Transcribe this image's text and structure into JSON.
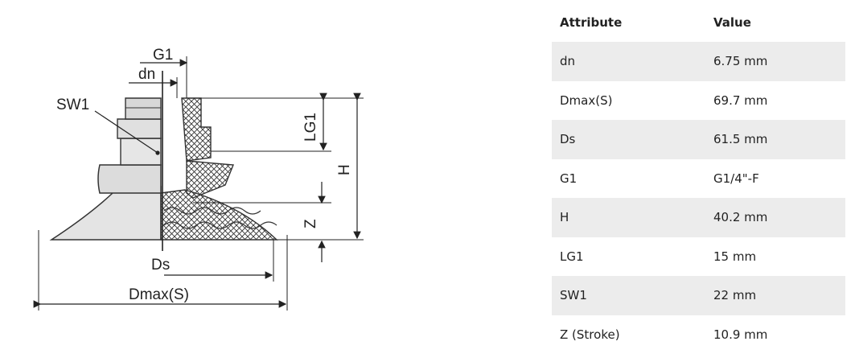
{
  "drawing": {
    "labels": {
      "g1": "G1",
      "dn": "dn",
      "sw1": "SW1",
      "lg1": "LG1",
      "h": "H",
      "z": "Z",
      "ds": "Ds",
      "dmax": "Dmax(S)"
    }
  },
  "table": {
    "headers": [
      "Attribute",
      "Value"
    ],
    "rows": [
      {
        "attribute": "dn",
        "value": "6.75 mm"
      },
      {
        "attribute": "Dmax(S)",
        "value": "69.7 mm"
      },
      {
        "attribute": "Ds",
        "value": "61.5 mm"
      },
      {
        "attribute": "G1",
        "value": "G1/4\"-F"
      },
      {
        "attribute": "H",
        "value": "40.2 mm"
      },
      {
        "attribute": "LG1",
        "value": "15 mm"
      },
      {
        "attribute": "SW1",
        "value": "22 mm"
      },
      {
        "attribute": "Z (Stroke)",
        "value": "10.9 mm"
      }
    ]
  },
  "colors": {
    "stripe": "#ececec",
    "line": "#222222",
    "part_fill": "#e4e4e4"
  }
}
